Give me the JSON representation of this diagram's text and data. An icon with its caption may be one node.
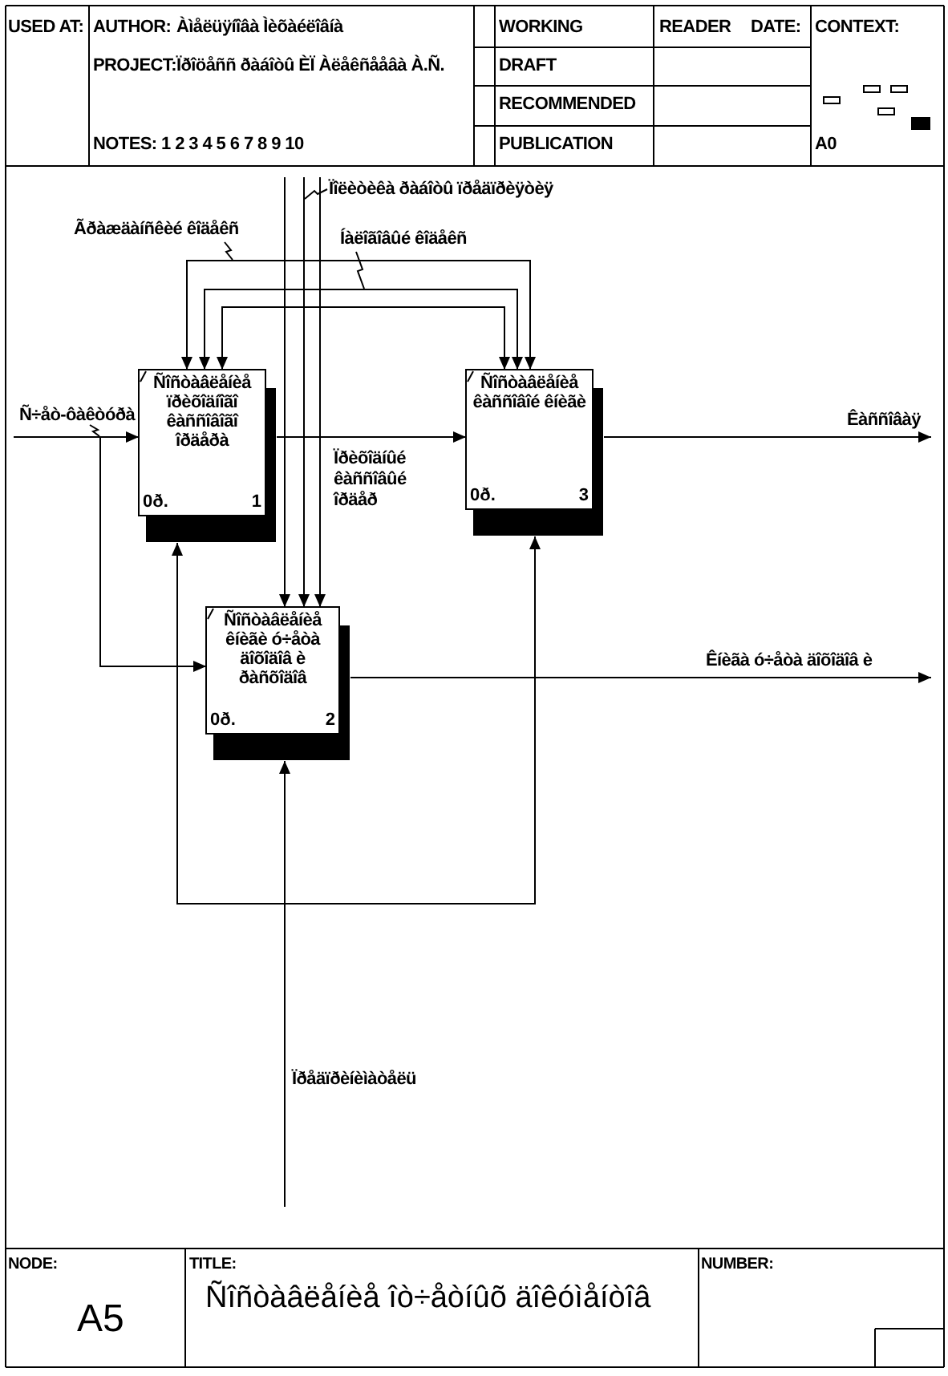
{
  "diagram": {
    "title": "Ñîñòàâëåíèå îò÷åòíûõ äîêóìåíòîâ",
    "nodes": [
      {
        "text": [
          "Ñîñòàâëåíèå ïðèõîäíîãî êàññîâîãî îðäåðà",
          "0ð.",
          "1"
        ]
      },
      {
        "text": [
          "Ñîñòàâëåíèå êàññîâîé êíèãè",
          "0ð.",
          "3"
        ]
      },
      {
        "text": [
          "Ñîñòàâëåíèå êíèãè ó÷åòà äîõîäîâ è ðàñõîäîâ",
          "0ð.",
          "2"
        ]
      }
    ],
    "edges": [
      {
        "from": null,
        "to": 0,
        "arrow": "to",
        "label": "Ñ÷åò-ôàêòóðà"
      },
      {
        "from": null,
        "to": 2,
        "arrow": "to"
      },
      {
        "from": 0,
        "to": 1,
        "arrow": "to",
        "label": "Ïðèõîäíûé êàññîâûé îðäåð"
      },
      {
        "from": 1,
        "to": null,
        "arrow": "to",
        "label": "Êàññîâàÿ"
      },
      {
        "from": 2,
        "to": null,
        "arrow": "to",
        "label": "Êíèãà ó÷åòà äîõîäîâ è"
      },
      {
        "from": null,
        "to": 0,
        "arrow": "to",
        "label": "Ïîëèòèêà ðàáîòû ïðåäïðèÿòèÿ"
      },
      {
        "from": null,
        "to": 1,
        "arrow": "to"
      },
      {
        "from": null,
        "to": 2,
        "arrow": "to"
      },
      {
        "from": null,
        "to": 0,
        "arrow": "to",
        "label": "Ãðàæäàíñêèé êîäåêñ"
      },
      {
        "from": null,
        "to": 1,
        "arrow": "to"
      },
      {
        "from": null,
        "to": 2,
        "arrow": "to"
      },
      {
        "from": null,
        "to": 0,
        "arrow": "to",
        "label": "Íàëîãîâûé êîäåêñ"
      },
      {
        "from": null,
        "to": 1,
        "arrow": "to"
      },
      {
        "from": null,
        "to": 2,
        "arrow": "to"
      },
      {
        "from": null,
        "to": 0,
        "arrow": "to",
        "label": "Ïðåäïðèíèìàòåëü"
      },
      {
        "from": null,
        "to": 1,
        "arrow": "to"
      },
      {
        "from": null,
        "to": 2,
        "arrow": "to"
      }
    ],
    "labels": [
      "USED AT:",
      "AUTHOR:",
      "Àìåëüÿíîâà Ìèõàéëîâíà",
      "WORKING",
      "READER",
      "DATE:",
      "CONTEXT:",
      "PROJECT:",
      "Ïðîöåññ ðàáîòû ÈÏ Àëåêñååâà À.Ñ.",
      "DRAFT",
      "RECOMMENDED",
      "NOTES: 1 2 3 4 5 6 7 8 9 10",
      "PUBLICATION",
      "A0",
      "NODE:",
      "TITLE:",
      "NUMBER:",
      "A5"
    ]
  }
}
